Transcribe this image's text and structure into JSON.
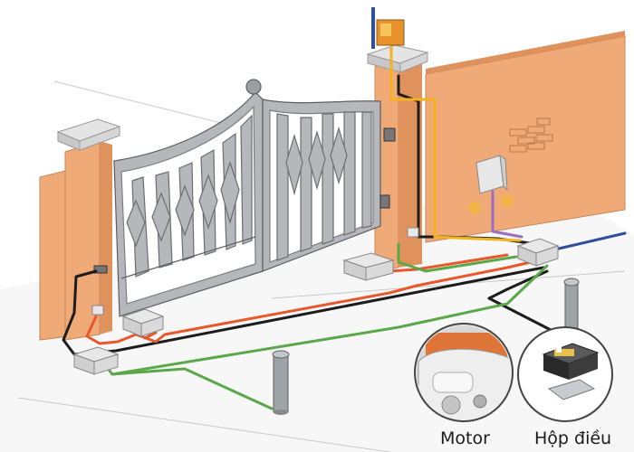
{
  "diagram": {
    "type": "automatic swing gate wiring illustration",
    "insets": [
      {
        "id": "motor",
        "caption": "Motor",
        "icon": "gate-motor-photo"
      },
      {
        "id": "control-box",
        "caption": "Hộp điều",
        "icon": "control-board-photo"
      }
    ],
    "colors": {
      "wall": "#f0aa78",
      "wall_dark": "#e0925c",
      "pillar_cap": "#d8d8d8",
      "gate_fill": "#b5b7bb",
      "gate_stroke": "#5c5e62",
      "wire_red": "#e8582c",
      "wire_green": "#5aa84a",
      "wire_black": "#1c1c1c",
      "wire_blue": "#2f4f9c",
      "wire_yellow": "#f3b320",
      "wire_purple": "#9a6fc2",
      "glow": "#f5b642",
      "ground": "#f6f6f6"
    }
  }
}
